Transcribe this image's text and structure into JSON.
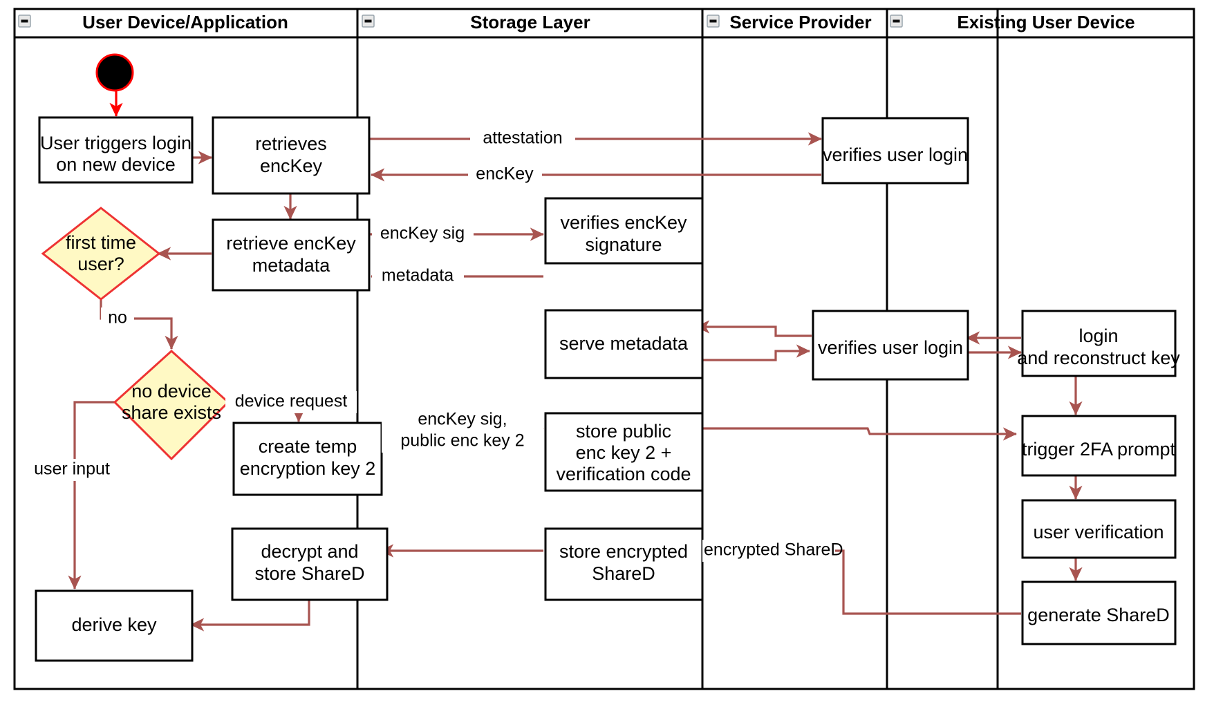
{
  "diagram": {
    "type": "uml-activity-swimlane",
    "title": "Key recovery / device onboarding activity diagram",
    "colors": {
      "flow_arrow": "#a85450",
      "start_arrow": "#ff0000",
      "decision_fill": "#fff9c4",
      "decision_stroke": "#ee3333",
      "node_fill": "#ffffff",
      "node_stroke": "#000000",
      "background": "#ffffff"
    },
    "lanes": [
      {
        "id": "lane-user-device",
        "label": "User Device/Application",
        "collapse_icon": "minus-box-icon"
      },
      {
        "id": "lane-storage",
        "label": "Storage Layer",
        "collapse_icon": "minus-box-icon"
      },
      {
        "id": "lane-service-provider",
        "label": "Service Provider",
        "collapse_icon": "minus-box-icon"
      },
      {
        "id": "lane-existing-device",
        "label": "Existing User Device",
        "collapse_icon": "minus-box-icon"
      }
    ],
    "start_node": {
      "id": "start",
      "shape": "filled-circle",
      "label": ""
    },
    "nodes": [
      {
        "id": "n-user-triggers-login",
        "lane": "lane-user-device",
        "lines": [
          "User triggers login",
          "on new device"
        ]
      },
      {
        "id": "n-retrieves-enckey",
        "lane": "lane-user-device",
        "lines": [
          "retrieves",
          "encKey"
        ]
      },
      {
        "id": "n-retrieve-enckey-metadata",
        "lane": "lane-user-device",
        "lines": [
          "retrieve encKey",
          "metadata"
        ]
      },
      {
        "id": "n-create-temp-key",
        "lane": "lane-user-device",
        "lines": [
          "create temp",
          "encryption key 2"
        ]
      },
      {
        "id": "n-decrypt-store-shared",
        "lane": "lane-user-device",
        "lines": [
          "decrypt and",
          "store ShareD"
        ]
      },
      {
        "id": "n-derive-key",
        "lane": "lane-user-device",
        "lines": [
          "derive key"
        ]
      },
      {
        "id": "n-verifies-enckey-signature",
        "lane": "lane-storage",
        "lines": [
          "verifies encKey",
          "signature"
        ]
      },
      {
        "id": "n-serve-metadata",
        "lane": "lane-storage",
        "lines": [
          "serve metadata"
        ]
      },
      {
        "id": "n-store-public-enc-key",
        "lane": "lane-storage",
        "lines": [
          "store public",
          "enc key 2 +",
          "verification code"
        ]
      },
      {
        "id": "n-store-encrypted-shared",
        "lane": "lane-storage",
        "lines": [
          "store encrypted",
          "ShareD"
        ]
      },
      {
        "id": "n-verifies-user-login-1",
        "lane": "lane-service-provider",
        "lines": [
          "verifies user login"
        ]
      },
      {
        "id": "n-verifies-user-login-2",
        "lane": "lane-service-provider",
        "lines": [
          "verifies user login"
        ]
      },
      {
        "id": "n-login-reconstruct-key",
        "lane": "lane-existing-device",
        "lines": [
          "login",
          "and reconstruct key"
        ]
      },
      {
        "id": "n-trigger-2fa-prompt",
        "lane": "lane-existing-device",
        "lines": [
          "trigger 2FA prompt"
        ]
      },
      {
        "id": "n-user-verification",
        "lane": "lane-existing-device",
        "lines": [
          "user verification"
        ]
      },
      {
        "id": "n-generate-shared",
        "lane": "lane-existing-device",
        "lines": [
          "generate ShareD"
        ]
      }
    ],
    "decisions": [
      {
        "id": "d-first-time-user",
        "lane": "lane-user-device",
        "lines": [
          "first time",
          "user?"
        ]
      },
      {
        "id": "d-no-device-share",
        "lane": "lane-user-device",
        "lines": [
          "no device",
          "share exists"
        ]
      }
    ],
    "edge_labels": [
      {
        "id": "lbl-attestation",
        "text": "attestation"
      },
      {
        "id": "lbl-enckey",
        "text": "encKey"
      },
      {
        "id": "lbl-enckey-sig",
        "text": "encKey sig"
      },
      {
        "id": "lbl-metadata",
        "text": "metadata"
      },
      {
        "id": "lbl-no",
        "text": "no"
      },
      {
        "id": "lbl-device-request",
        "text": "device request"
      },
      {
        "id": "lbl-enckey-sig-pub-1",
        "text": "encKey sig,"
      },
      {
        "id": "lbl-enckey-sig-pub-2",
        "text": "public enc key 2"
      },
      {
        "id": "lbl-user-input",
        "text": "user input"
      },
      {
        "id": "lbl-encrypted-shared",
        "text": "encrypted ShareD"
      }
    ]
  }
}
